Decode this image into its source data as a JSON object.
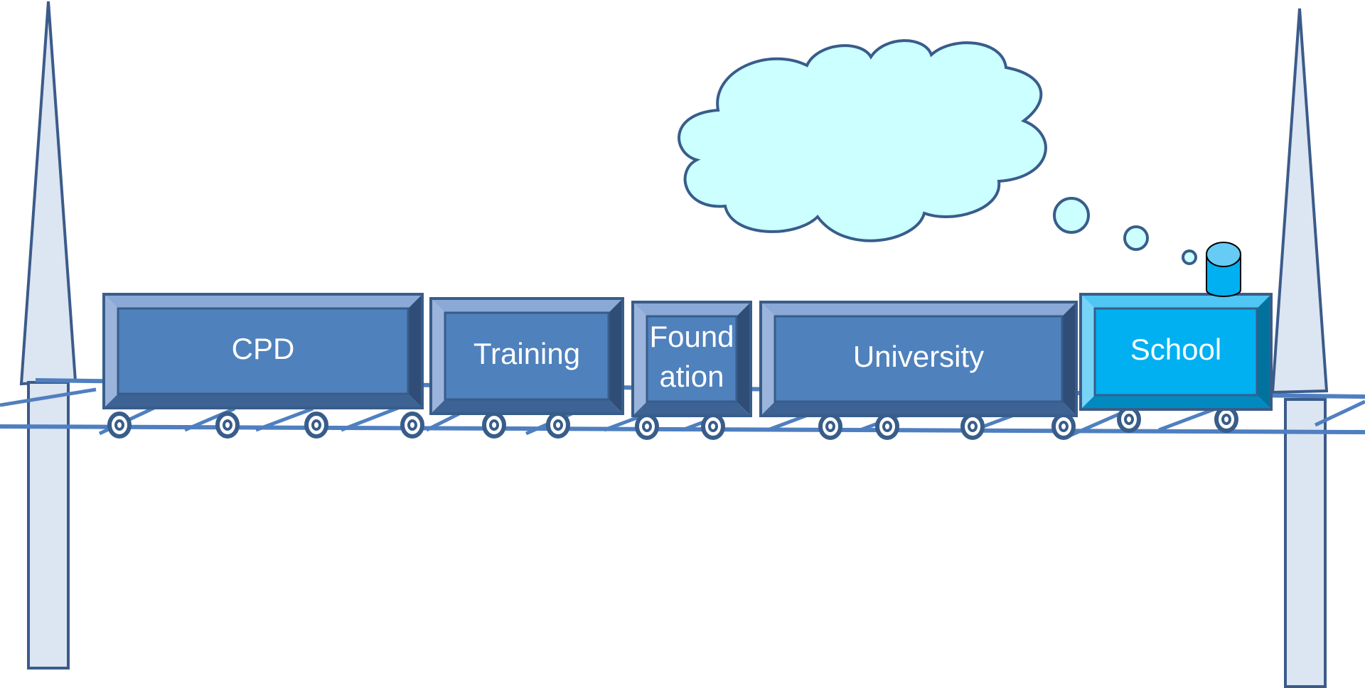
{
  "title": "",
  "colors": {
    "tower_fill": "#dce5f2",
    "tower_stroke": "#3b5b8a",
    "track": "#4f7fc0",
    "car_face": "#4f81bd",
    "car_top_bevel": "#8aa9d6",
    "car_left_bevel": "#9bb4dc",
    "car_right_bevel": "#2f4d76",
    "car_bottom_bevel": "#3d6395",
    "car_border": "#385d8a",
    "engine_face": "#00b0f0",
    "engine_top_bevel": "#4fc6f4",
    "engine_left_bevel": "#77d4f7",
    "engine_right_bevel": "#00729d",
    "engine_bottom_bevel": "#008ac0",
    "cloud_fill": "#ccffff",
    "cloud_stroke": "#385d8a",
    "chimney_fill": "#00b0f0",
    "chimney_top": "#66ccf5"
  },
  "train": {
    "cars": [
      {
        "label_lines": [
          "CPD"
        ],
        "kind": "wagon"
      },
      {
        "label_lines": [
          "Training"
        ],
        "kind": "wagon"
      },
      {
        "label_lines": [
          "Found",
          "ation"
        ],
        "kind": "wagon"
      },
      {
        "label_lines": [
          "University"
        ],
        "kind": "wagon"
      },
      {
        "label_lines": [
          "School"
        ],
        "kind": "engine"
      }
    ]
  },
  "smoke": {
    "shape": "thought-cloud",
    "puffs": 3,
    "text": ""
  }
}
